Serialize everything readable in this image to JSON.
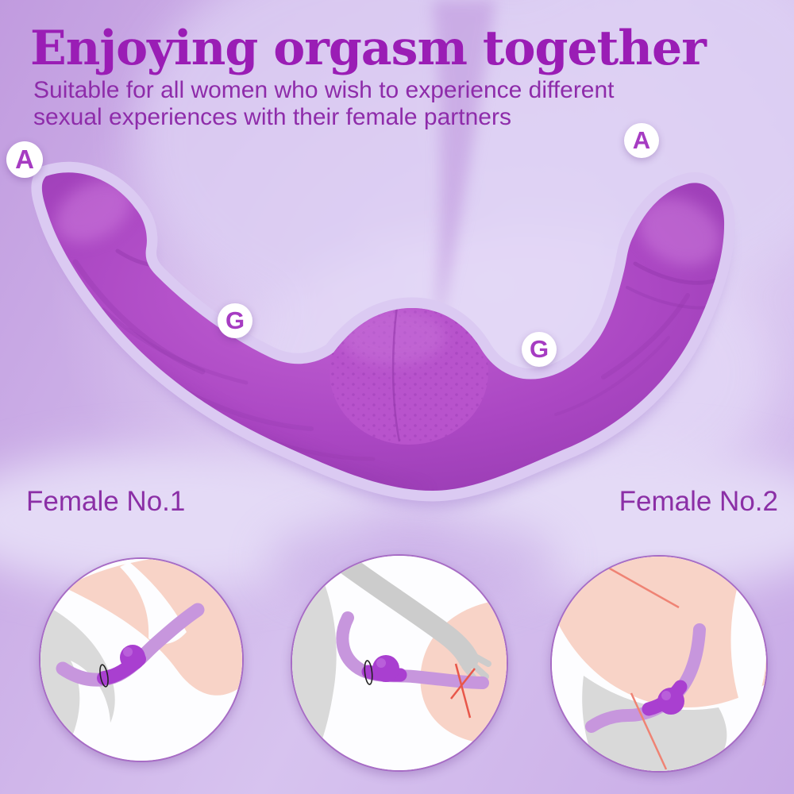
{
  "header": {
    "title": "Enjoying orgasm together",
    "subtitle_line1": "Suitable for all women who wish to experience different",
    "subtitle_line2": "sexual experiences with their female partners"
  },
  "diagram": {
    "badges": [
      {
        "label": "A",
        "position": "left-tip"
      },
      {
        "label": "A",
        "position": "right-tip"
      },
      {
        "label": "G",
        "position": "left-middle"
      },
      {
        "label": "G",
        "position": "right-middle"
      }
    ],
    "captions": [
      {
        "label": "Female No.1"
      },
      {
        "label": "Female No.2"
      }
    ]
  },
  "insets": [
    {
      "name": "usage-illustration-1"
    },
    {
      "name": "usage-illustration-2"
    },
    {
      "name": "usage-illustration-3"
    }
  ],
  "colors": {
    "title": "#9a1db5",
    "subtitle": "#8e2caa",
    "badge_letter": "#a63cc2",
    "product_purple": "#ab47c3",
    "halo": "#dbcaf2",
    "background_lavender": "#cdb1e8",
    "skin_pink": "#f8d3c7",
    "silhouette_gray": "#d9d9d9",
    "marker_red": "#e8574a"
  }
}
